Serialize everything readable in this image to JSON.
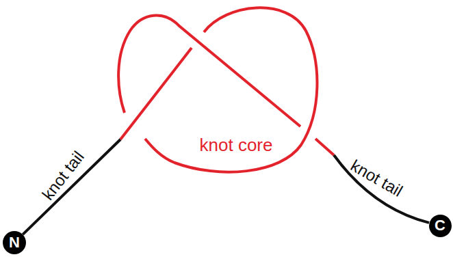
{
  "diagram": {
    "nodes": [
      {
        "text": [
          "N"
        ]
      },
      {
        "text": [
          "C"
        ]
      }
    ],
    "edges": [
      {
        "from": 0,
        "to": 1,
        "arrow": "none"
      }
    ],
    "labels": [
      "knot tail",
      "knot core",
      "knot tail"
    ]
  }
}
